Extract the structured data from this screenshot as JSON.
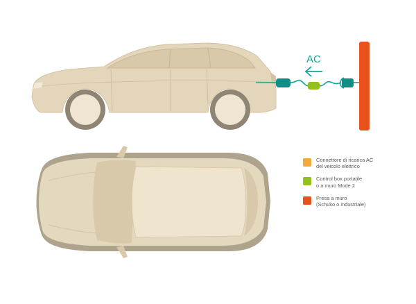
{
  "current_label": "AC",
  "legend": [
    {
      "lines": [
        "Connettore di ricarica AC",
        "del veicolo elettrico"
      ],
      "color": "#f4a93a"
    },
    {
      "lines": [
        "Control box portatile",
        "o a muro Mode 2"
      ],
      "color": "#94c01f"
    },
    {
      "lines": [
        "Presa a muro",
        "(Schuko o industriale)"
      ],
      "color": "#e8501c"
    }
  ],
  "colors": {
    "car_body": "#e1d3b8",
    "car_shade": "#c9b898",
    "cable": "#12a59a",
    "connector": "#0f8e87",
    "control_box": "#94c01f",
    "wall_socket": "#e8501c"
  },
  "icons": {
    "arrow": "arrow-left-icon",
    "car_side": "car-side-view",
    "car_top": "car-top-view"
  }
}
